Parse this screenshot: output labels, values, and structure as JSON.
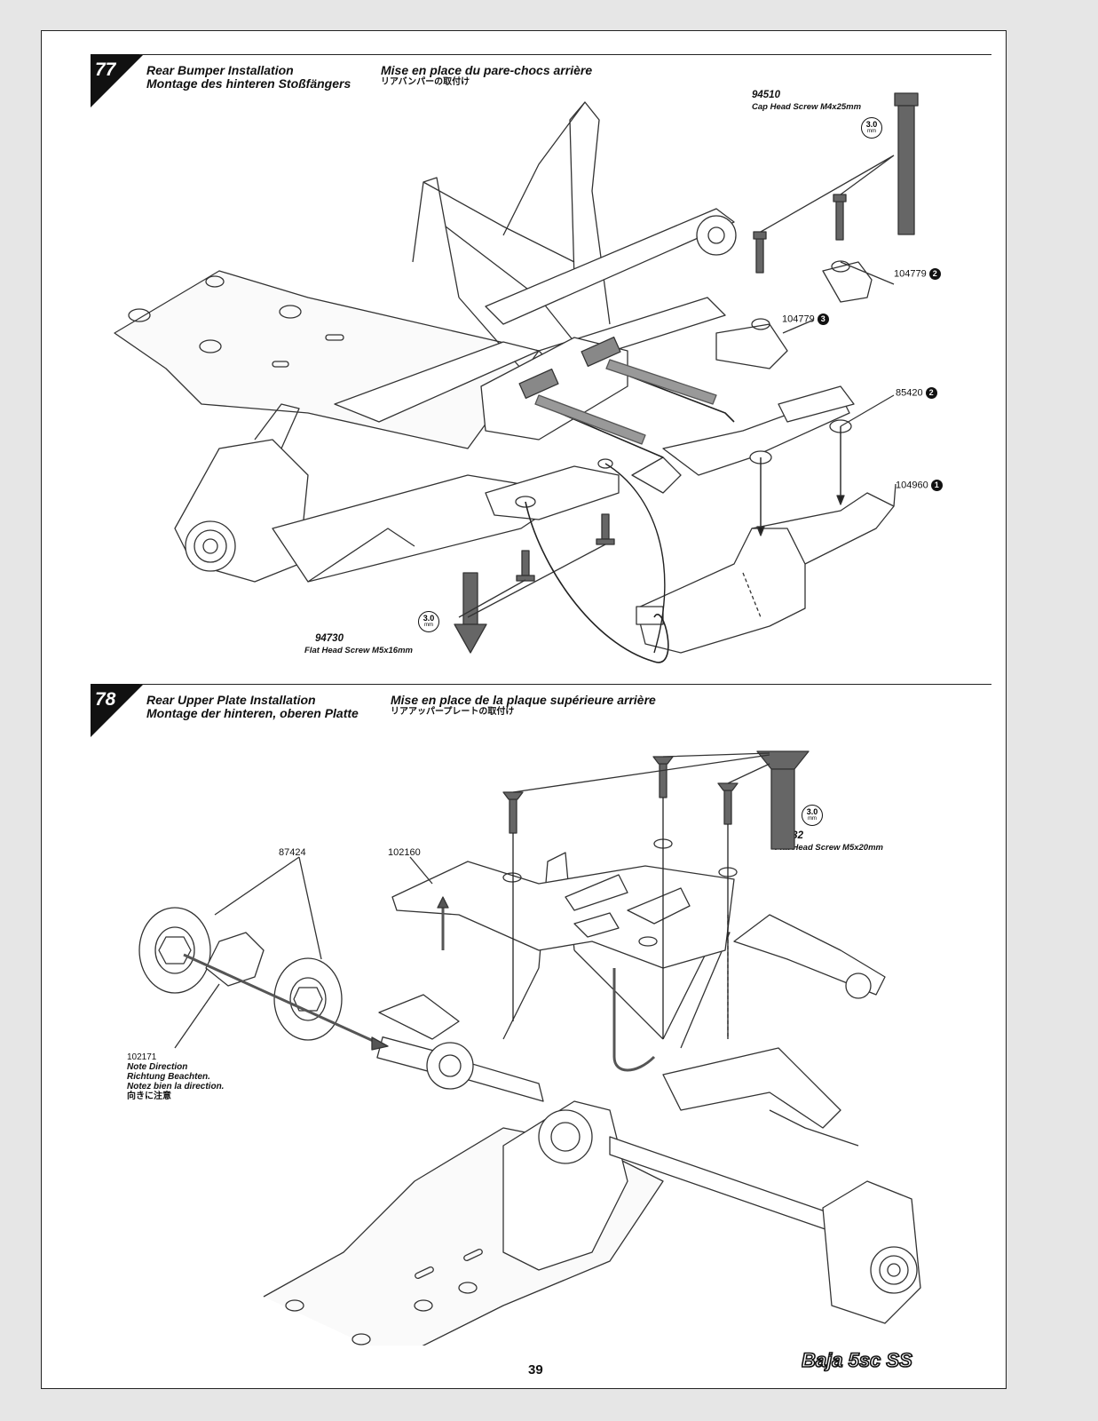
{
  "steps": [
    {
      "number": "77",
      "title_en": "Rear Bumper Installation",
      "title_de": "Montage des hinteren Stoßfängers",
      "title_fr": "Mise en place du pare-chocs arrière",
      "title_jp": "リアバンパーの取付け",
      "parts": {
        "screw_a": {
          "code": "94510",
          "desc": "Cap Head Screw M4x25mm",
          "tool": "3.0",
          "tool_unit": "mm"
        },
        "screw_b": {
          "code": "94730",
          "desc": "Flat Head Screw M5x16mm",
          "tool": "3.0",
          "tool_unit": "mm"
        },
        "p1": {
          "code": "104779",
          "marker": "2"
        },
        "p2": {
          "code": "104779",
          "marker": "3"
        },
        "p3": {
          "code": "85420",
          "marker": "2"
        },
        "p4": {
          "code": "104960",
          "marker": "1"
        }
      }
    },
    {
      "number": "78",
      "title_en": "Rear Upper Plate Installation",
      "title_de": "Montage der hinteren, oberen Platte",
      "title_fr": "Mise en place de la plaque supérieure arrière",
      "title_jp": "リアアッパープレートの取付け",
      "parts": {
        "screw": {
          "code": "94732",
          "desc": "Flat Head Screw M5x20mm",
          "tool": "3.0",
          "tool_unit": "mm"
        },
        "plate": {
          "code": "102160"
        },
        "disc": {
          "code": "87424"
        },
        "hub": {
          "code": "102171",
          "note_en": "Note Direction",
          "note_de": "Richtung Beachten.",
          "note_fr": "Notez bien la direction.",
          "note_jp": "向きに注意"
        }
      }
    }
  ],
  "footer": {
    "page_number": "39",
    "logo_text": "Baja 5sc SS"
  },
  "colors": {
    "ink": "#111111",
    "page": "#ffffff",
    "background": "#e6e6e6"
  }
}
